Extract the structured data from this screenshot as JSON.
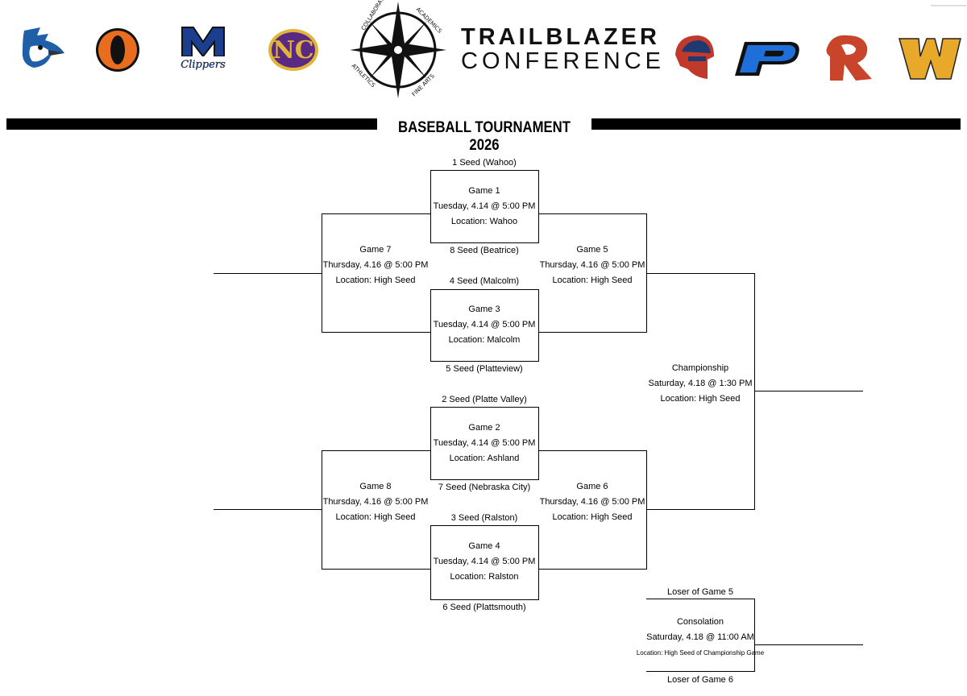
{
  "header": {
    "brand_title": "TRAILBLAZER",
    "brand_subtitle": "CONFERENCE",
    "emblem_words": [
      "COLLABORATION",
      "ACADEMICS",
      "ATHLETICS",
      "FINE ARTS"
    ],
    "tournament_title": "BASEBALL TOURNAMENT 2026",
    "logos": [
      {
        "name": "bluejay",
        "color": "#1f5fa8"
      },
      {
        "name": "O",
        "color": "#e86d1f"
      },
      {
        "name": "M Clippers",
        "color": "#1b3e8f"
      },
      {
        "name": "NC",
        "color": "#5a2a82"
      },
      {
        "name": "spartan",
        "color": "#c0392b"
      },
      {
        "name": "P",
        "color": "#1e6fd9"
      },
      {
        "name": "R",
        "color": "#c8452c"
      },
      {
        "name": "W",
        "color": "#e8a92a"
      }
    ]
  },
  "seeds": {
    "s1": "1 Seed (Wahoo)",
    "s8": "8 Seed (Beatrice)",
    "s4": "4 Seed (Malcolm)",
    "s5": "5 Seed (Platteview)",
    "s2": "2 Seed (Platte Valley)",
    "s7": "7 Seed (Nebraska City)",
    "s3": "3 Seed (Ralston)",
    "s6": "6 Seed (Plattsmouth)",
    "l5": "Loser of Game 5",
    "l6": "Loser of Game 6"
  },
  "games": {
    "g1": {
      "title": "Game 1",
      "time": "Tuesday, 4.14 @ 5:00 PM",
      "loc": "Location: Wahoo"
    },
    "g3": {
      "title": "Game 3",
      "time": "Tuesday, 4.14 @ 5:00 PM",
      "loc": "Location: Malcolm"
    },
    "g2": {
      "title": "Game 2",
      "time": "Tuesday, 4.14 @ 5:00 PM",
      "loc": "Location: Ashland"
    },
    "g4": {
      "title": "Game 4",
      "time": "Tuesday, 4.14 @ 5:00 PM",
      "loc": "Location: Ralston"
    },
    "g5": {
      "title": "Game 5",
      "time": "Thursday, 4.16 @ 5:00 PM",
      "loc": "Location: High Seed"
    },
    "g6": {
      "title": "Game 6",
      "time": "Thursday, 4.16 @ 5:00 PM",
      "loc": "Location: High Seed"
    },
    "g7": {
      "title": "Game 7",
      "time": "Thursday, 4.16 @ 5:00 PM",
      "loc": "Location: High Seed"
    },
    "g8": {
      "title": "Game 8",
      "time": "Thursday, 4.16 @ 5:00 PM",
      "loc": "Location: High Seed"
    },
    "champ": {
      "title": "Championship",
      "time": "Saturday, 4.18 @ 1:30 PM",
      "loc": "Location: High Seed"
    },
    "cons": {
      "title": "Consolation",
      "time": "Saturday, 4.18 @ 11:00 AM",
      "loc": "Location: High Seed of Championship Game"
    }
  }
}
